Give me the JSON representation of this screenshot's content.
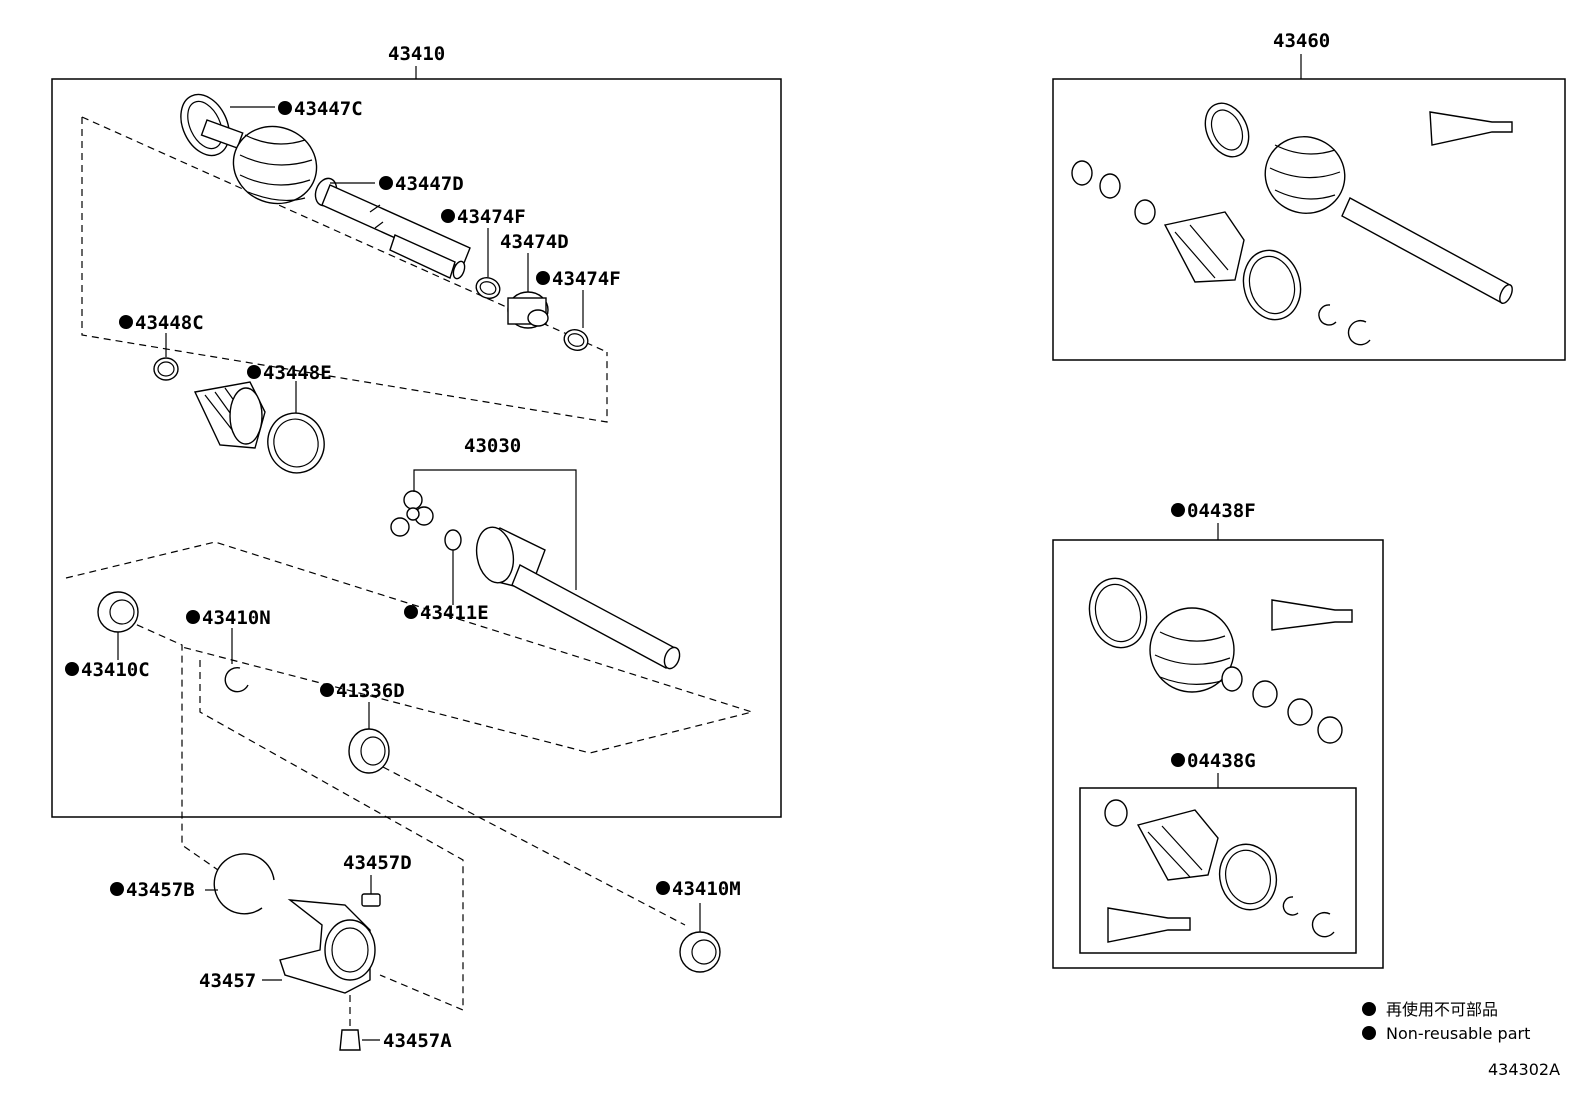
{
  "diagram": {
    "assemblies": {
      "main": "43410",
      "outer_set": "43460",
      "boot_kit": "04438F",
      "inner_boot_kit": "04438G",
      "inboard_joint": "43030"
    },
    "part_labels": {
      "p43447C": "43447C",
      "p43447D": "43447D",
      "p43474F_a": "43474F",
      "p43474D": "43474D",
      "p43474F_b": "43474F",
      "p43448C": "43448C",
      "p43448E": "43448E",
      "p43411E": "43411E",
      "p43410N": "43410N",
      "p43410C": "43410C",
      "p41336D": "41336D",
      "p43410M": "43410M",
      "p43457D": "43457D",
      "p43457B": "43457B",
      "p43457": "43457",
      "p43457A": "43457A"
    },
    "legend": {
      "japanese": "再使用不可部品",
      "english": "Non-reusable part"
    },
    "drawing_code": "434302A"
  }
}
